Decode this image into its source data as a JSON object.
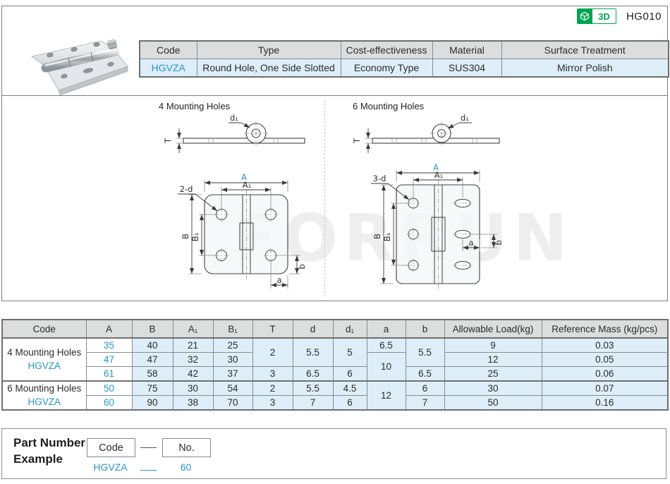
{
  "page": {
    "code": "HG010",
    "badge_3d": "3D"
  },
  "colors": {
    "accent_blue": "#2597d3",
    "badge_green": "#00a551",
    "cell_blue": "#ddeef8",
    "header_gray": "#dcdddd"
  },
  "info_table": {
    "headers": [
      "Code",
      "Type",
      "Cost-effectiveness",
      "Material",
      "Surface Treatment"
    ],
    "row": {
      "code": "HGVZA",
      "type": "Round Hole, One Side Slotted",
      "cost": "Economy Type",
      "material": "SUS304",
      "surface": "Mirror Polish"
    }
  },
  "drawings": {
    "watermark": "FORRUN",
    "left": {
      "title": "4 Mounting Holes",
      "hole_label": "2-d",
      "dim_d1": "d₁",
      "dim_T": "T",
      "dim_A": "A",
      "dim_A1": "A₁",
      "dim_B": "B",
      "dim_B1": "B₁",
      "dim_a": "a",
      "dim_b": "b"
    },
    "right": {
      "title": "6 Mounting Holes",
      "hole_label": "3-d",
      "dim_d1": "d₁",
      "dim_T": "T",
      "dim_A": "A",
      "dim_A1": "A₁",
      "dim_B": "B",
      "dim_B1": "B₁",
      "dim_a": "a",
      "dim_b": "b"
    }
  },
  "spec_table": {
    "headers": [
      "Code",
      "A",
      "B",
      "A₁",
      "B₁",
      "T",
      "d",
      "d₁",
      "a",
      "b",
      "Allowable Load(kg)",
      "Reference Mass (kg/pcs)"
    ],
    "groups": [
      {
        "label": "4 Mounting Holes",
        "code": "HGVZA"
      },
      {
        "label": "6 Mounting Holes",
        "code": "HGVZA"
      }
    ],
    "rows": [
      {
        "A": "35",
        "B": "40",
        "A1": "21",
        "B1": "25",
        "T": "2",
        "d": "5.5",
        "d1": "5",
        "a": "6.5",
        "b": "5.5",
        "load": "9",
        "mass": "0.03"
      },
      {
        "A": "47",
        "B": "47",
        "A1": "32",
        "B1": "30",
        "a": "10",
        "load": "12",
        "mass": "0.05"
      },
      {
        "A": "61",
        "B": "58",
        "A1": "42",
        "B1": "37",
        "T": "3",
        "d": "6.5",
        "d1": "6",
        "b": "6.5",
        "load": "25",
        "mass": "0.06"
      },
      {
        "A": "50",
        "B": "75",
        "A1": "30",
        "B1": "54",
        "T": "2",
        "d": "5.5",
        "d1": "4.5",
        "a": "12",
        "b": "6",
        "load": "30",
        "mass": "0.07"
      },
      {
        "A": "60",
        "B": "90",
        "A1": "38",
        "B1": "70",
        "T": "3",
        "d": "7",
        "d1": "6",
        "b": "7",
        "load": "50",
        "mass": "0.16"
      }
    ]
  },
  "part_number": {
    "title_line1": "Part Number",
    "title_line2": "Example",
    "code_label": "Code",
    "no_label": "No.",
    "example_code": "HGVZA",
    "example_no": "60"
  }
}
